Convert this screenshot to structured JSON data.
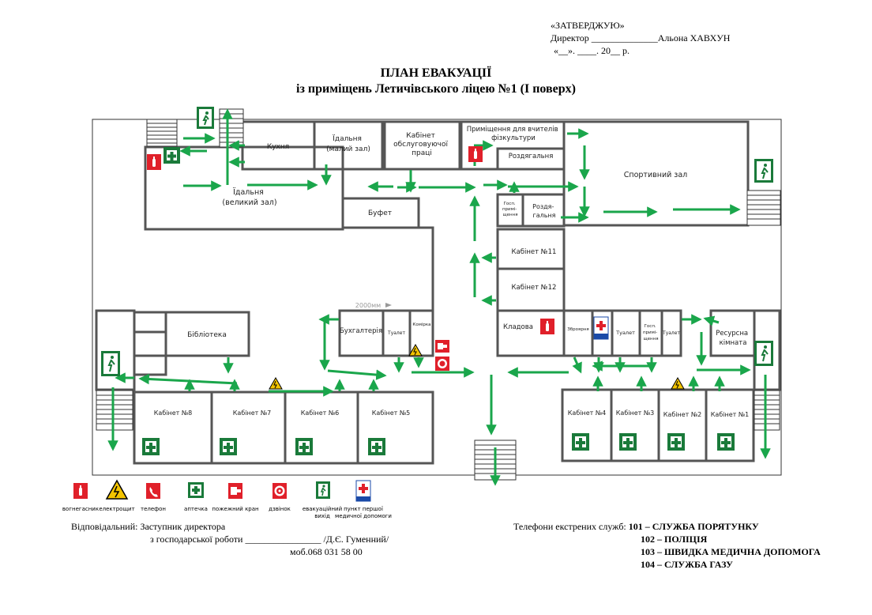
{
  "approval": {
    "line1": "«ЗАТВЕРДЖУЮ»",
    "line2": "Директор ______________Альона ХАВХУН",
    "line3": "«__». ____. 20__ р."
  },
  "title": {
    "line1": "ПЛАН ЕВАКУАЦІЇ",
    "line2": "із приміщень Летичівського ліцею №1 (І поверх)"
  },
  "rooms": {
    "kitchen": "Кухня",
    "dining_small": "Їдальня\n(малий зал)",
    "service_office": "Кабінет\nобслуговуючої\nпраці",
    "pe_teacher": "Приміщення для вчителів\nфізкультури",
    "locker1": "Роздягальня",
    "gym": "Спортивний зал",
    "dining_big": "Їдальня\n(великий зал)",
    "buffet": "Буфет",
    "utility": "Госп.\nпримі-\nщення",
    "locker2": "Роздя-\nгальня",
    "cab11": "Кабінет №11",
    "cab12": "Кабінет №12",
    "library": "Бібліотека",
    "accounting": "Бухгалтерія",
    "toilet1": "Туалет",
    "storage1": "Комірка",
    "pantry": "Кладова",
    "armory": "Зброярня",
    "toilet2": "Туалет",
    "utility2": "Госп.\nпримі-\nщення",
    "toilet3": "Туалет",
    "resource": "Ресурсна\nкімната",
    "cab8": "Кабінет №8",
    "cab7": "Кабінет №7",
    "cab6": "Кабінет №6",
    "cab5": "Кабінет №5",
    "cab4": "Кабінет №4",
    "cab3": "Кабінет №3",
    "cab2": "Кабінет №2",
    "cab1": "Кабінет №1",
    "scale": "2000мм"
  },
  "legend": [
    {
      "icon": "extinguisher-icon",
      "label": "вогнегасник"
    },
    {
      "icon": "electric-hazard-icon",
      "label": "електрощит"
    },
    {
      "icon": "phone-icon",
      "label": "телефон"
    },
    {
      "icon": "first-aid-icon",
      "label": "аптечка"
    },
    {
      "icon": "fire-hydrant-icon",
      "label": "пожежний кран"
    },
    {
      "icon": "alarm-bell-icon",
      "label": "дзвінок"
    },
    {
      "icon": "evacuation-exit-icon",
      "label": "евакуаційний\nвихід"
    },
    {
      "icon": "medical-point-icon",
      "label": "пункт першої\nмедичної допомоги"
    }
  ],
  "responsible": {
    "line1": "Відповідальний: Заступник директора",
    "line2": "з господарської роботи  ________________ /Д.Є. Гуменний/",
    "line3": "моб.068 031 58 00"
  },
  "phones": {
    "intro": "Телефони екстрених служб:",
    "s101": "101 – СЛУЖБА ПОРЯТУНКУ",
    "s102": "102 –  ПОЛІЦІЯ",
    "s103": "103 – ШВИДКА МЕДИЧНА ДОПОМОГА",
    "s104": "104 – СЛУЖБА ГАЗУ"
  },
  "colors": {
    "arrow": "#1aa64b",
    "exit_green": "#1a7a3a",
    "extinguisher_red": "#e0202a",
    "wall": "#555555"
  }
}
